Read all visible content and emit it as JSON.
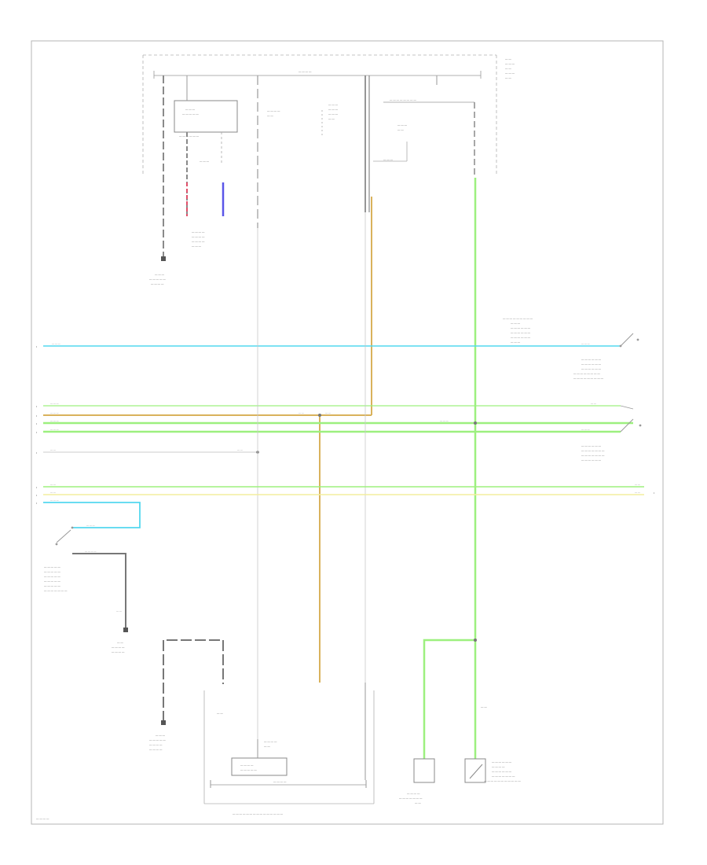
{
  "colors": {
    "cyan": "#54d8ef",
    "green": "#9df07f",
    "yellow": "#f3ee9e",
    "orange": "#d9b25c",
    "gray": "#8a8a8a",
    "dark_gray": "#666666",
    "red_seg": "#e0506a",
    "blue_seg": "#5a56e8",
    "thin": "#c8c8c8",
    "frame": "#b5b5b5"
  },
  "icons": [
    "ground-symbol",
    "switch-symbol",
    "connector-pin"
  ]
}
